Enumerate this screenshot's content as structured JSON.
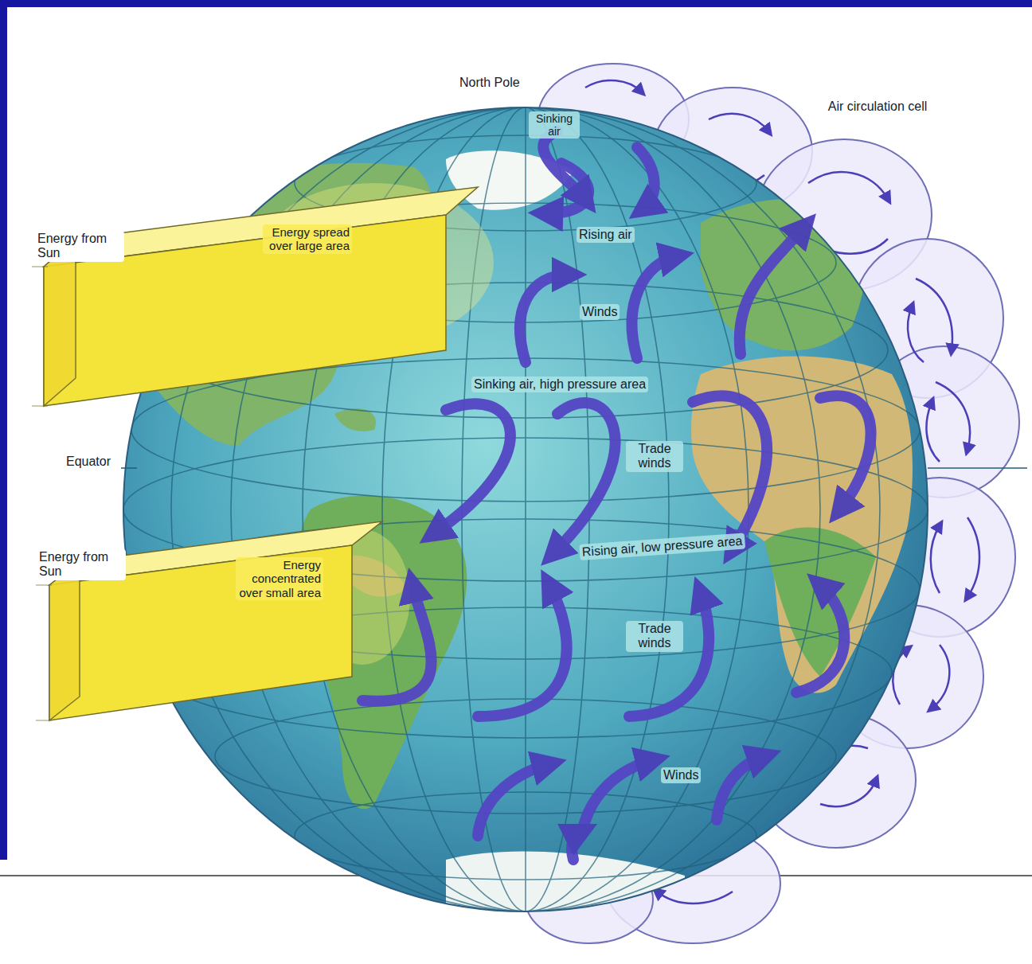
{
  "diagram": {
    "labels": [
      "North Pole",
      "Sinking air",
      "Air circulation cell",
      "Energy from Sun",
      "Energy spread over large area",
      "Rising air",
      "Winds",
      "Sinking air, high pressure area",
      "Equator",
      "Trade winds",
      "Energy from Sun",
      "Energy concentrated over small area",
      "Rising air, low pressure area",
      "Trade winds",
      "Winds"
    ]
  }
}
